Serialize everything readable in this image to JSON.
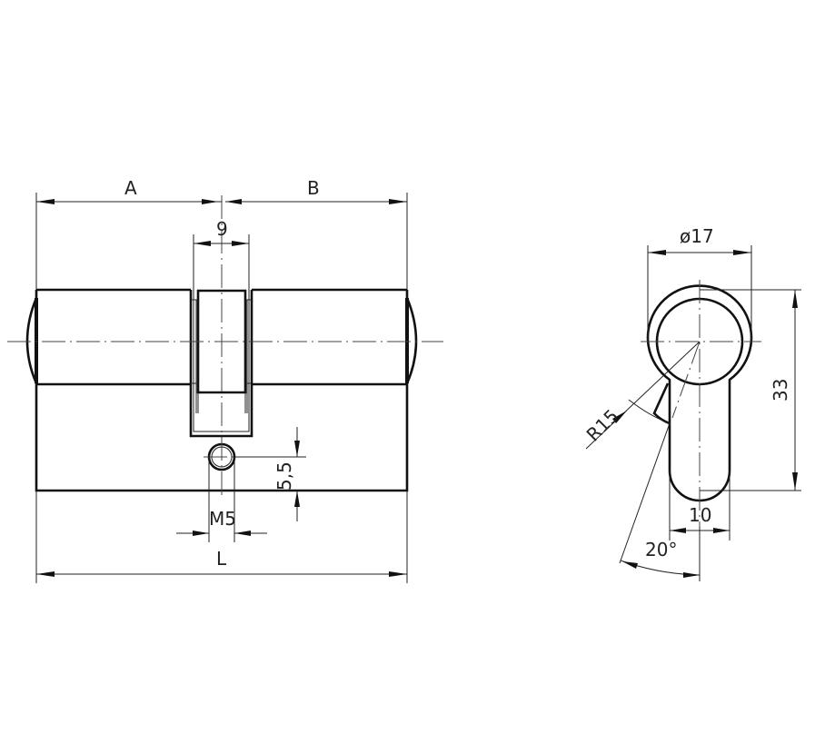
{
  "drawing": {
    "title": "Euro profile double cylinder - dimension drawing",
    "line_color": "#111111",
    "background": "#ffffff"
  },
  "side_view": {
    "dimensions": {
      "A": "A",
      "B": "B",
      "cam_width": "9",
      "screw_thread": "M5",
      "screw_offset": "5,5",
      "total_length": "L"
    }
  },
  "profile_view": {
    "dimensions": {
      "diameter": "ø17",
      "height": "33",
      "stem_width": "10",
      "radius": "R15",
      "angle": "20°"
    }
  }
}
